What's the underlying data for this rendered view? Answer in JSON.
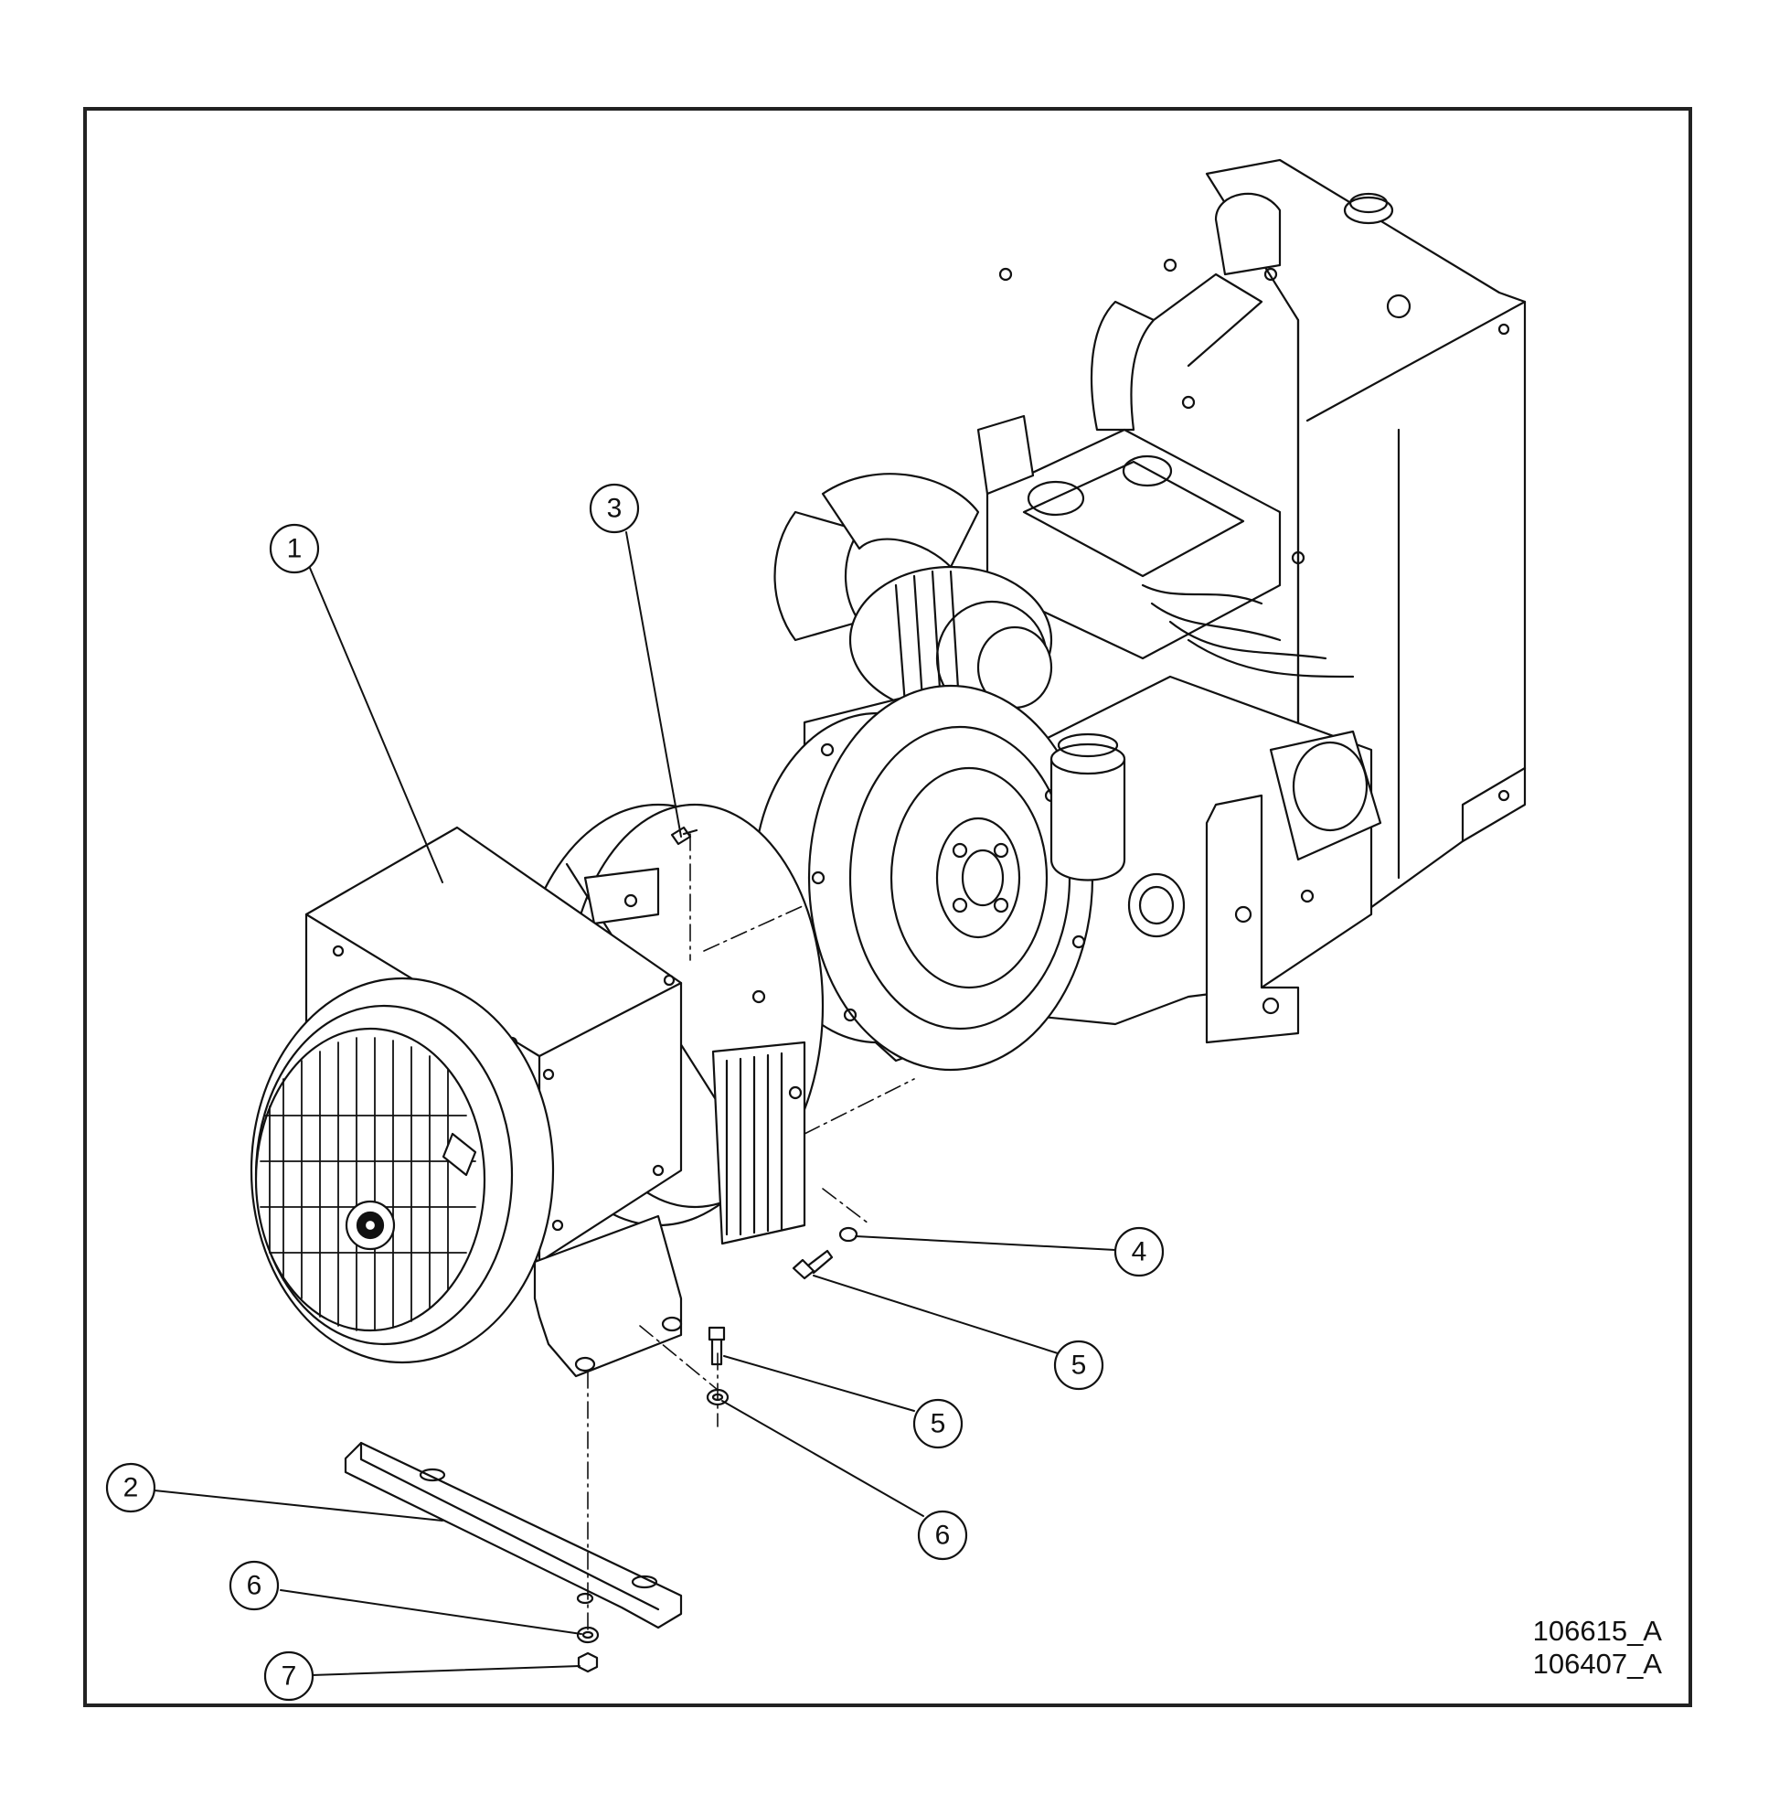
{
  "drawing_ids": [
    "106615_A",
    "106407_A"
  ],
  "callouts": [
    {
      "id": "callout-1",
      "label": "1"
    },
    {
      "id": "callout-2",
      "label": "2"
    },
    {
      "id": "callout-3",
      "label": "3"
    },
    {
      "id": "callout-4",
      "label": "4"
    },
    {
      "id": "callout-5a",
      "label": "5"
    },
    {
      "id": "callout-5b",
      "label": "5"
    },
    {
      "id": "callout-6a",
      "label": "6"
    },
    {
      "id": "callout-6b",
      "label": "6"
    },
    {
      "id": "callout-7",
      "label": "7"
    }
  ]
}
